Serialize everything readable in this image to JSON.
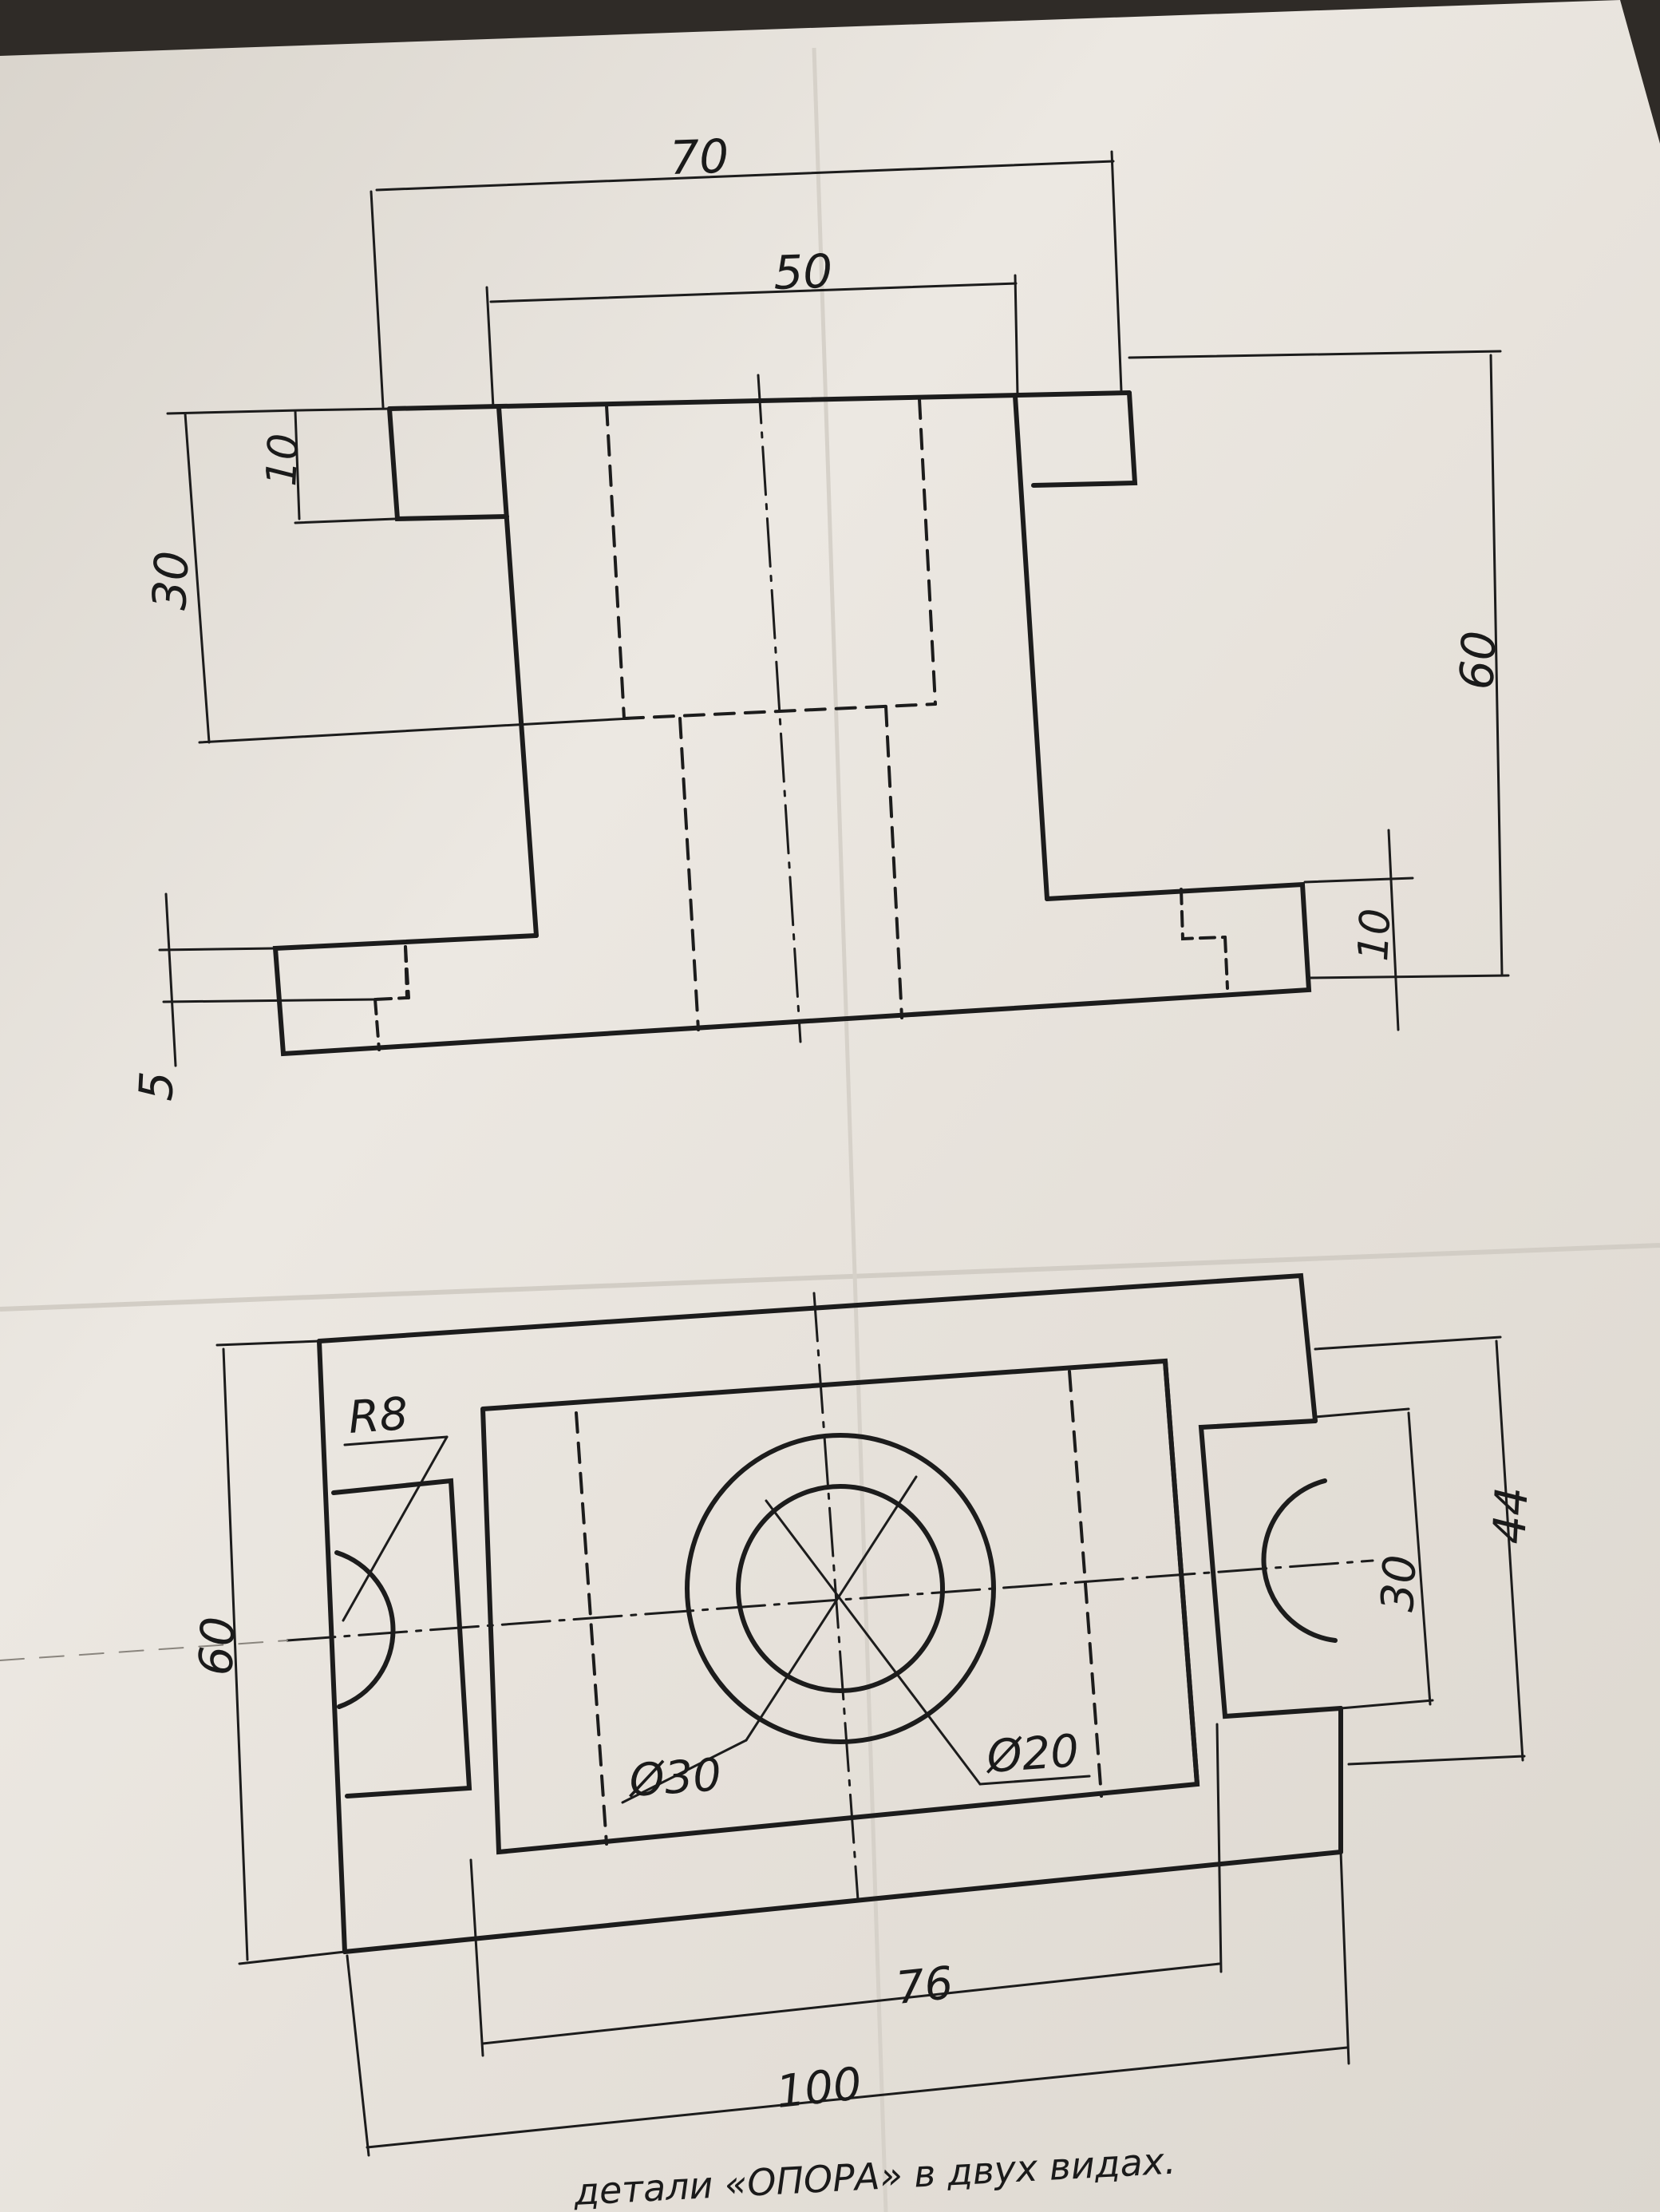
{
  "drawing": {
    "front_view": {
      "dim_width_outer": "70",
      "dim_width_inner": "50",
      "dim_upper_step": "10",
      "dim_upper_height": "30",
      "dim_total_height": "60",
      "dim_base_thickness": "10",
      "dim_counterbore_depth": "5"
    },
    "top_view": {
      "dim_radius": "R8",
      "dim_depth_left": "60",
      "dim_outer_diameter": "Ø30",
      "dim_inner_diameter": "Ø20",
      "dim_slot_width": "30",
      "dim_right_depth": "44",
      "dim_hole_spacing": "76",
      "dim_overall_length": "100"
    },
    "caption": "детали «ОПОРА» в двух видах."
  },
  "colors": {
    "paper": "#ebe7e1",
    "ink": "#1c1c1c",
    "background": "#2f2b27"
  }
}
